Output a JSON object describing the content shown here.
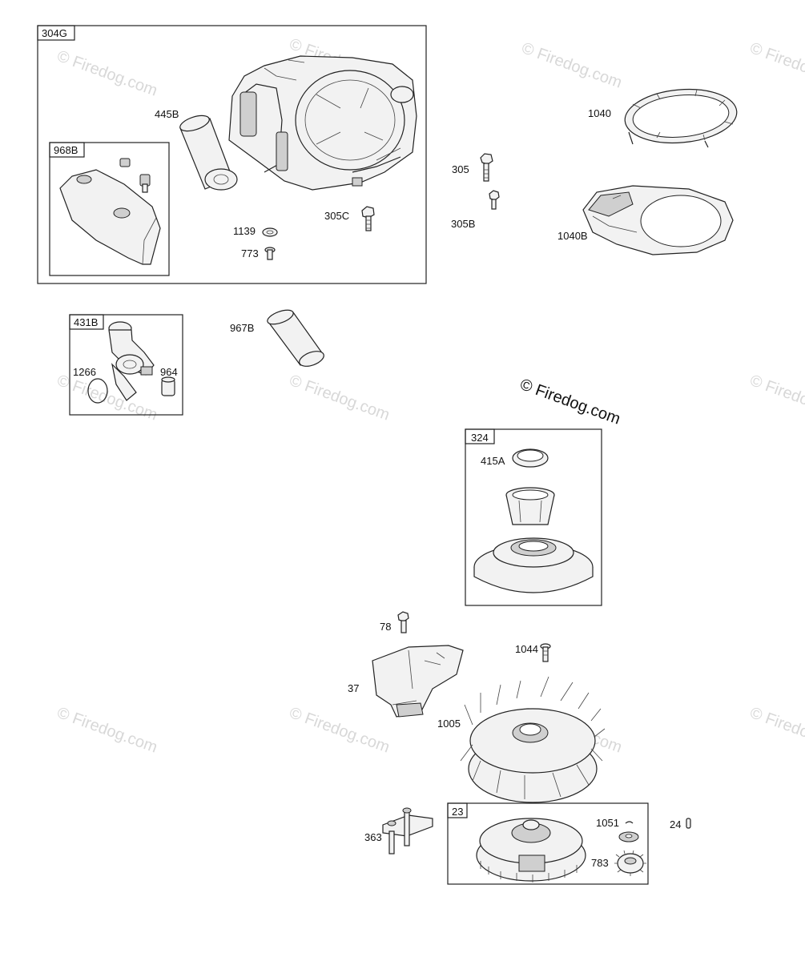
{
  "watermark": {
    "text": "© Firedog.com",
    "main_text": "© Firedog.com"
  },
  "groups": {
    "g304G": "304G",
    "g968B": "968B",
    "g431B": "431B",
    "g324": "324",
    "g23": "23"
  },
  "parts": {
    "p445B": "445B",
    "p1139": "1139",
    "p773": "773",
    "p305C": "305C",
    "p1040": "1040",
    "p305": "305",
    "p305B": "305B",
    "p1040B": "1040B",
    "p967B": "967B",
    "p1266": "1266",
    "p964": "964",
    "p415A": "415A",
    "p78": "78",
    "p1044": "1044",
    "p37": "37",
    "p1005": "1005",
    "p363": "363",
    "p1051": "1051",
    "p783": "783",
    "p24": "24"
  }
}
